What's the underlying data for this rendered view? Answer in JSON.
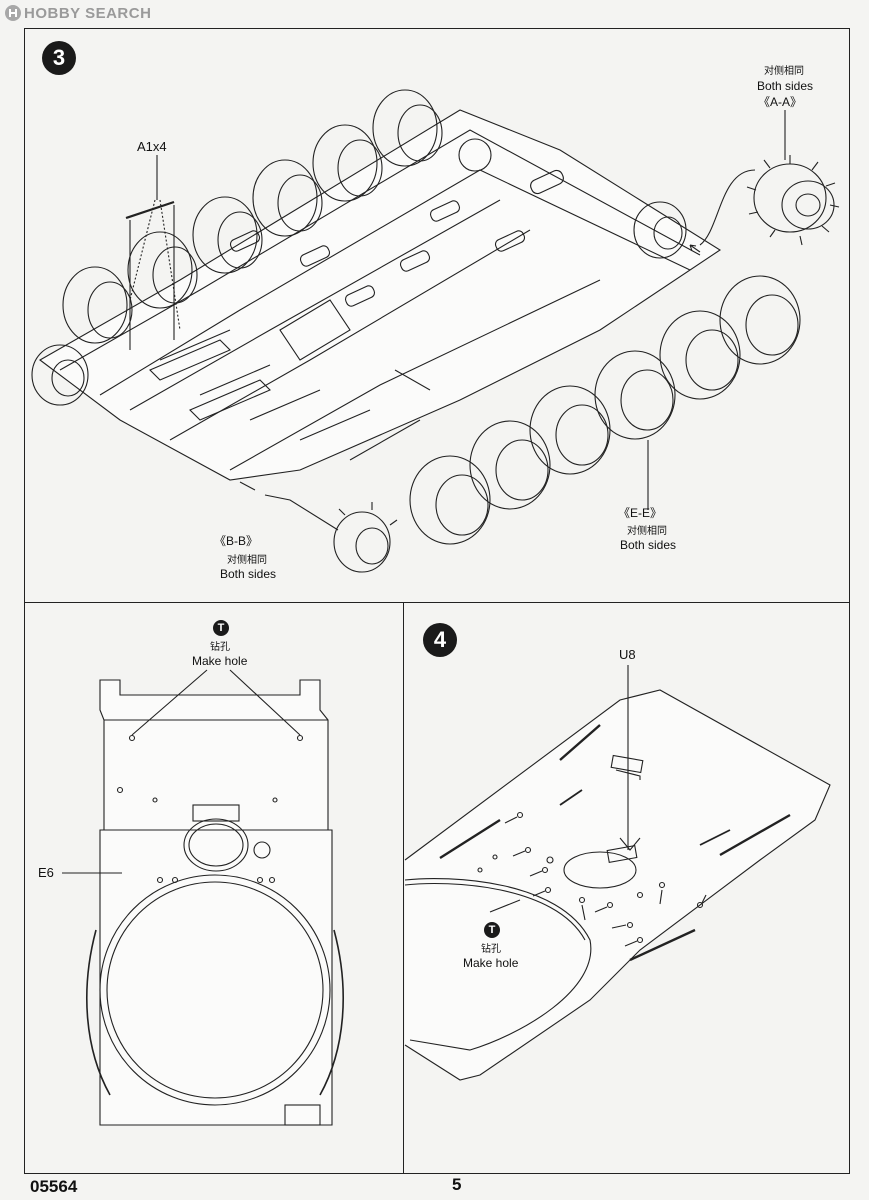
{
  "watermark": {
    "brand": "HOBBY SEARCH"
  },
  "step3": {
    "number": "3",
    "part_callout": "A1x4",
    "aa": {
      "cn": "对侧相同",
      "en": "Both sides",
      "section": "《A-A》"
    },
    "bb": {
      "section": "《B-B》",
      "cn": "对侧相同",
      "en": "Both sides"
    },
    "ee": {
      "section": "《E-E》",
      "cn": "对侧相同",
      "en": "Both sides"
    }
  },
  "step_left": {
    "hole_icon": "drill-hole-icon",
    "hole_glyph": "T",
    "hole_cn": "钻孔",
    "hole_en": "Make hole",
    "part_callout": "E6"
  },
  "step4": {
    "number": "4",
    "part_callout": "U8",
    "hole_icon": "drill-hole-icon",
    "hole_glyph": "T",
    "hole_cn": "钻孔",
    "hole_en": "Make hole"
  },
  "footer": {
    "code": "05564",
    "page": "5"
  },
  "colors": {
    "ink": "#111111",
    "paper": "#f4f4f2",
    "badge": "#1a1a1a",
    "watermark": "#9a9a9a"
  }
}
